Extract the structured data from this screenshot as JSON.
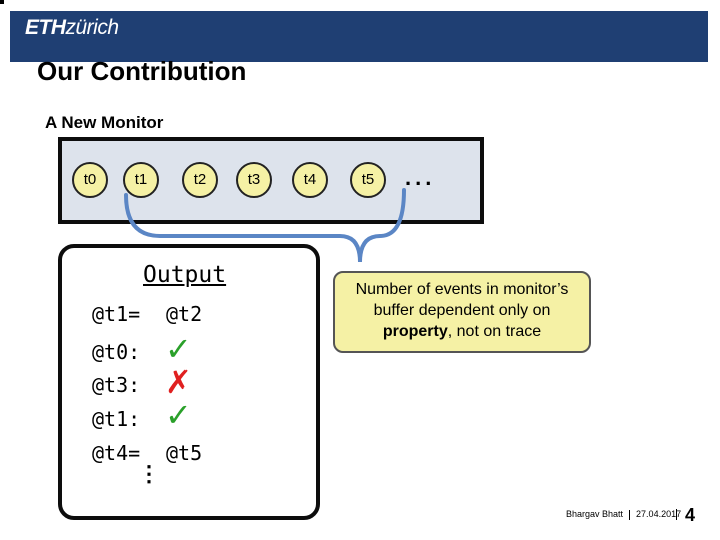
{
  "header": {
    "logo_eth": "ETH",
    "logo_zurich": "zürich",
    "color": "#1f3f73"
  },
  "slide": {
    "title": "Our Contribution",
    "subtitle": "A New Monitor"
  },
  "monitor": {
    "events": [
      "t0",
      "t1",
      "t2",
      "t3",
      "t4",
      "t5"
    ],
    "ellipsis": "..."
  },
  "output": {
    "title": "Output",
    "lines": [
      {
        "label": "@t1=",
        "value": "@t2",
        "mark": ""
      },
      {
        "label": "@t0:",
        "value": "",
        "mark": "check"
      },
      {
        "label": "@t3:",
        "value": "",
        "mark": "cross"
      },
      {
        "label": "@t1:",
        "value": "",
        "mark": "check"
      },
      {
        "label": "@t4=",
        "value": "@t5",
        "mark": ""
      }
    ],
    "vdots": "⋮"
  },
  "callout": {
    "text_before": "Number of events in monitor’s buffer dependent only on ",
    "bold": "property",
    "text_after": ", not on trace"
  },
  "footer": {
    "author": "Bhargav Bhatt",
    "date": "27.04.2017",
    "page": "4"
  }
}
